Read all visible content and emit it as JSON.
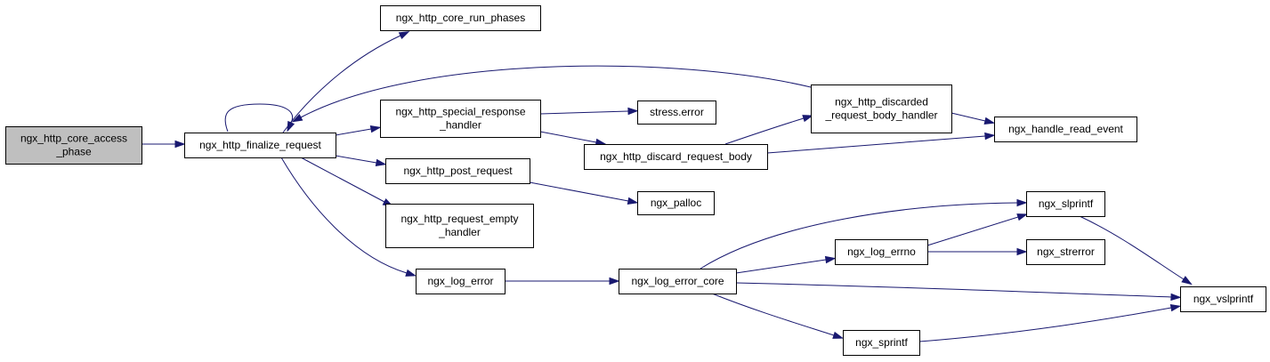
{
  "colors": {
    "edge": "#191970",
    "root_fill": "#bfbfbf",
    "node_fill": "#ffffff",
    "border": "#000000"
  },
  "nodes": [
    {
      "id": "access_phase",
      "lines": [
        "ngx_http_core_access",
        "_phase"
      ],
      "highlighted": true
    },
    {
      "id": "finalize_request",
      "lines": [
        "ngx_http_finalize_request"
      ]
    },
    {
      "id": "run_phases",
      "lines": [
        "ngx_http_core_run_phases"
      ]
    },
    {
      "id": "special_response",
      "lines": [
        "ngx_http_special_response",
        "_handler"
      ]
    },
    {
      "id": "post_request",
      "lines": [
        "ngx_http_post_request"
      ]
    },
    {
      "id": "empty_handler",
      "lines": [
        "ngx_http_request_empty",
        "_handler"
      ]
    },
    {
      "id": "log_error",
      "lines": [
        "ngx_log_error"
      ]
    },
    {
      "id": "stress_error",
      "lines": [
        "stress.error"
      ]
    },
    {
      "id": "discard_body",
      "lines": [
        "ngx_http_discard_request_body"
      ]
    },
    {
      "id": "palloc",
      "lines": [
        "ngx_palloc"
      ]
    },
    {
      "id": "log_error_core",
      "lines": [
        "ngx_log_error_core"
      ]
    },
    {
      "id": "discarded_handler",
      "lines": [
        "ngx_http_discarded",
        "_request_body_handler"
      ]
    },
    {
      "id": "read_event",
      "lines": [
        "ngx_handle_read_event"
      ]
    },
    {
      "id": "slprintf",
      "lines": [
        "ngx_slprintf"
      ]
    },
    {
      "id": "log_errno",
      "lines": [
        "ngx_log_errno"
      ]
    },
    {
      "id": "strerror",
      "lines": [
        "ngx_strerror"
      ]
    },
    {
      "id": "sprintf",
      "lines": [
        "ngx_sprintf"
      ]
    },
    {
      "id": "vslprintf",
      "lines": [
        "ngx_vslprintf"
      ]
    }
  ],
  "edges": [
    {
      "from": "access_phase",
      "to": "finalize_request"
    },
    {
      "from": "finalize_request",
      "to": "finalize_request"
    },
    {
      "from": "finalize_request",
      "to": "run_phases"
    },
    {
      "from": "finalize_request",
      "to": "special_response"
    },
    {
      "from": "finalize_request",
      "to": "post_request"
    },
    {
      "from": "finalize_request",
      "to": "empty_handler"
    },
    {
      "from": "finalize_request",
      "to": "log_error"
    },
    {
      "from": "discarded_handler",
      "to": "finalize_request"
    },
    {
      "from": "special_response",
      "to": "stress_error"
    },
    {
      "from": "special_response",
      "to": "discard_body"
    },
    {
      "from": "discard_body",
      "to": "discarded_handler"
    },
    {
      "from": "discard_body",
      "to": "read_event"
    },
    {
      "from": "discarded_handler",
      "to": "read_event"
    },
    {
      "from": "post_request",
      "to": "palloc"
    },
    {
      "from": "log_error",
      "to": "log_error_core"
    },
    {
      "from": "log_error_core",
      "to": "slprintf"
    },
    {
      "from": "log_error_core",
      "to": "log_errno"
    },
    {
      "from": "log_error_core",
      "to": "vslprintf"
    },
    {
      "from": "log_error_core",
      "to": "sprintf"
    },
    {
      "from": "log_errno",
      "to": "slprintf"
    },
    {
      "from": "log_errno",
      "to": "strerror"
    },
    {
      "from": "slprintf",
      "to": "vslprintf"
    },
    {
      "from": "sprintf",
      "to": "vslprintf"
    }
  ]
}
